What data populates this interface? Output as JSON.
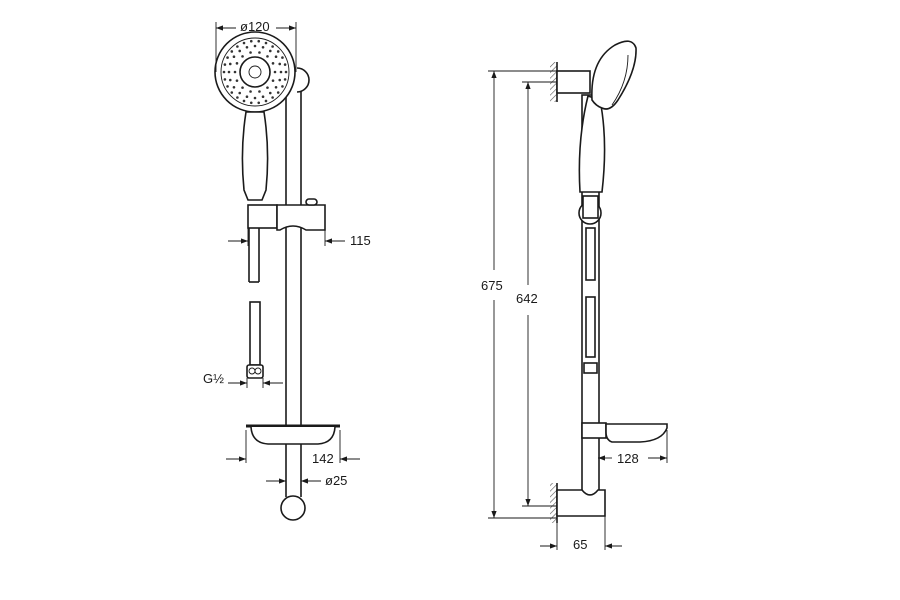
{
  "front_view": {
    "dims": {
      "head_diameter": "ø120",
      "holder_offset": "115",
      "thread": "G½",
      "dish_width": "142",
      "rail_diameter": "ø25"
    }
  },
  "side_view": {
    "dims": {
      "overall_height": "675",
      "bracket_spacing": "642",
      "dish_depth": "128",
      "wall_projection": "65"
    }
  },
  "colors": {
    "line": "#1a1a1a",
    "background": "#ffffff"
  }
}
